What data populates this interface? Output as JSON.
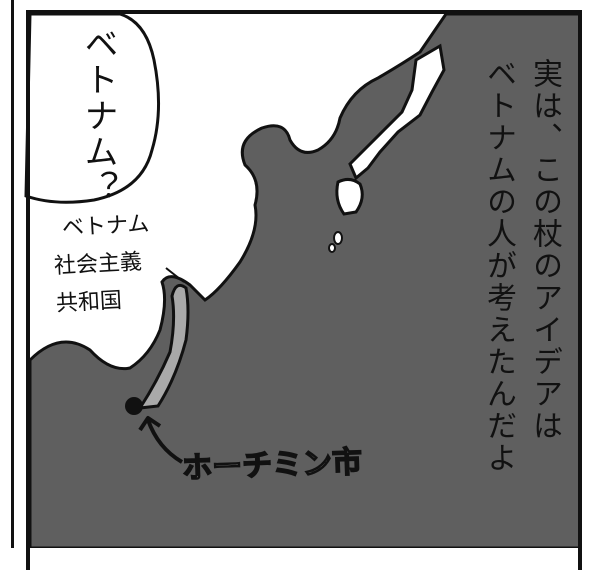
{
  "speech_bubble": {
    "text": "ベトナム？"
  },
  "caption": {
    "line1": "実は、この杖のアイデアは",
    "line2": "ベトナムの人が考えたんだよ"
  },
  "country_label": {
    "line1": "ベトナム",
    "line2": "社会主義",
    "line3": "共和国"
  },
  "city_label": "ホーチミン市",
  "colors": {
    "land": "#5f5f5f",
    "ink": "#111111",
    "road_highlight": "#a9a9a9"
  }
}
